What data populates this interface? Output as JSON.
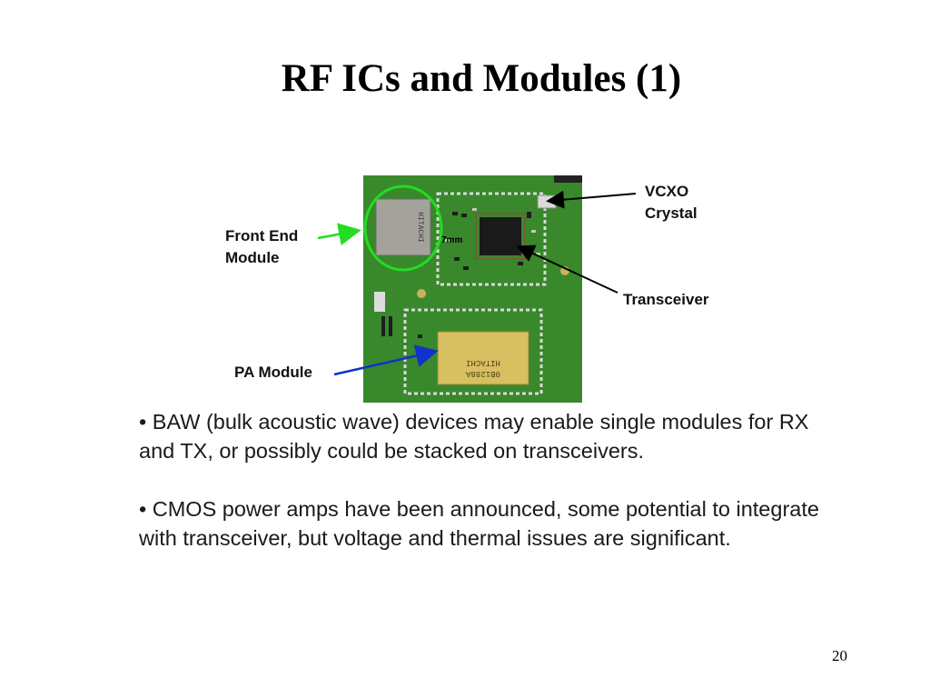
{
  "slide": {
    "title": "RF ICs and Modules (1)",
    "page_number": "20"
  },
  "figure": {
    "labels": {
      "vcxo": "VCXO",
      "crystal": "Crystal",
      "front_end": "Front End",
      "module": "Module",
      "transceiver": "Transceiver",
      "pa_module": "PA Module"
    },
    "board_text": {
      "size_mark": "7mm",
      "chip_fem": "HITACHI",
      "chip_pa": "HITACHI"
    }
  },
  "bullets": [
    "BAW (bulk acoustic wave) devices may enable single modules for RX and TX, or possibly could be stacked on transceivers.",
    "CMOS power amps have been announced, some potential to integrate with transceiver, but voltage and thermal issues are significant."
  ],
  "colors": {
    "board": "#3a8a2c",
    "front_end_highlight": "#22dd22",
    "pa_arrow": "#1133cc",
    "pointer": "#000000"
  }
}
